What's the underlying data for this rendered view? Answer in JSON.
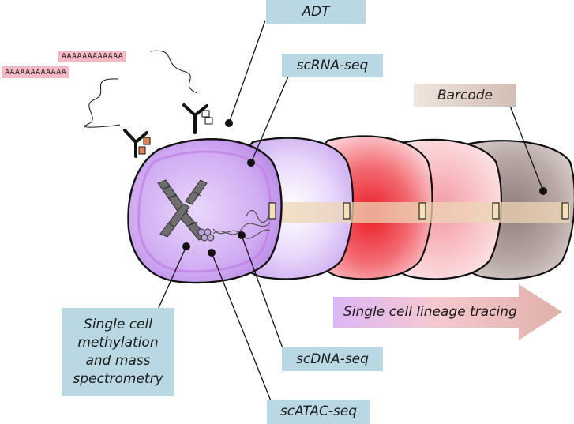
{
  "labels": {
    "adt": "ADT",
    "scrna": "scRNA-seq",
    "barcode": "Barcode",
    "lineage": "Single cell lineage tracing",
    "methylation": [
      "Single cell",
      "methylation",
      "and mass",
      "spectrometry"
    ],
    "scdna": "scDNA-seq",
    "scatac": "scATAC-seq"
  },
  "poly_a": [
    "AAAAAAAAAAAA",
    "AAAAAAAAAAAA"
  ],
  "colors": {
    "label_box": "#b9d8e3",
    "poly_a_bg": "#f6b8c2",
    "cell_purple": "#c9a2ef",
    "cell_red": "#e8232c",
    "cell_pink": "#f6a8b2",
    "cell_brown": "#9a8680",
    "barcode_tag": "#f3e0b4"
  },
  "icons": [
    "antibody-icon",
    "chromosome-icon",
    "dna-helix-icon",
    "barcode-tag-icon"
  ]
}
